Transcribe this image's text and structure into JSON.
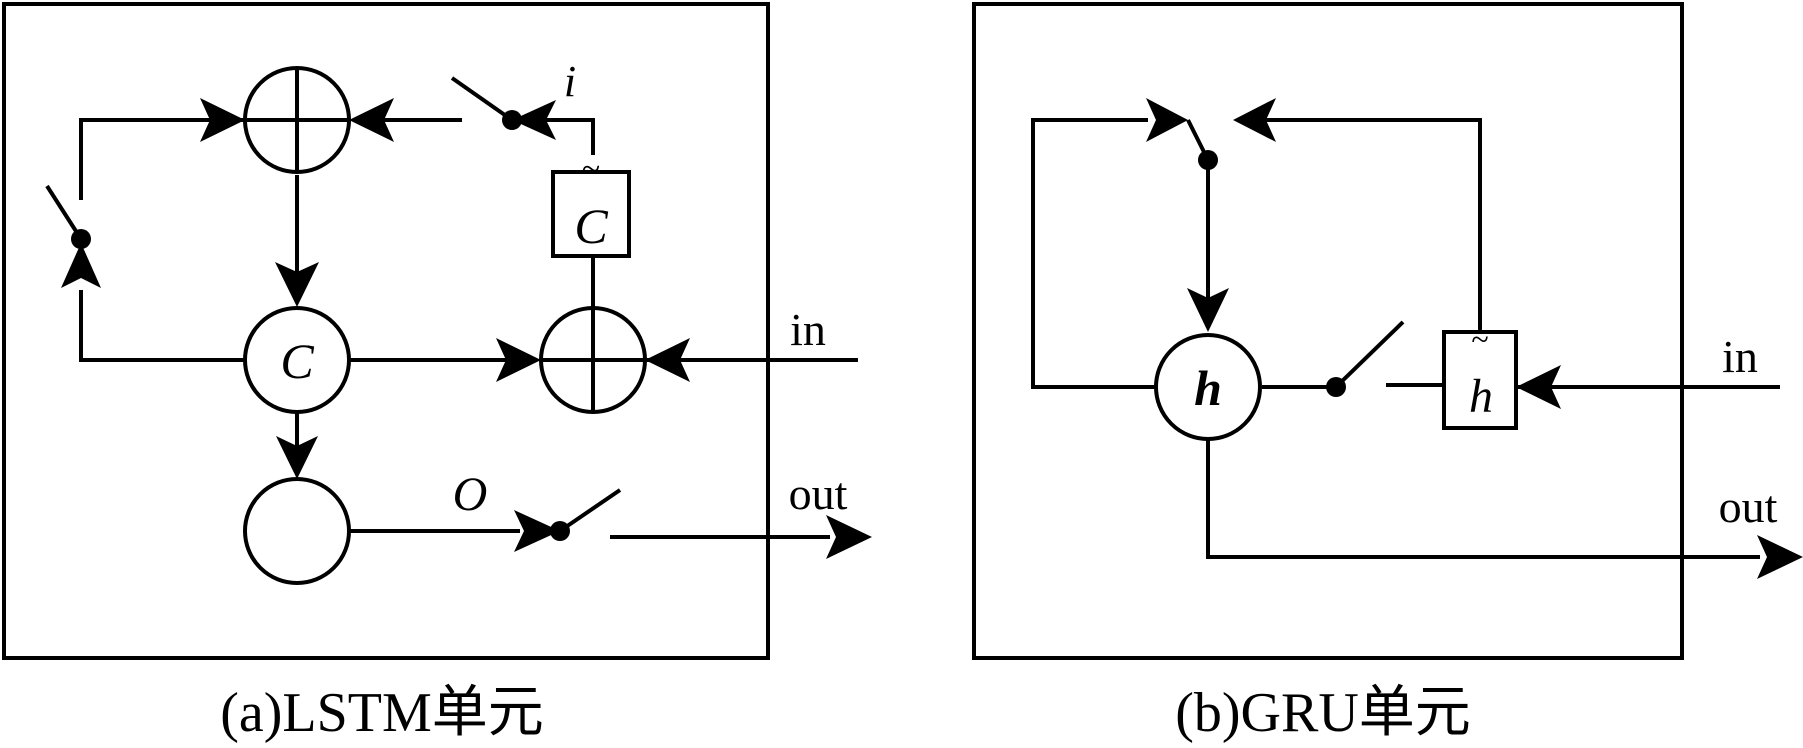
{
  "lstm": {
    "caption": "(a)LSTM单元",
    "cell_state": "C",
    "candidate": "C",
    "candidate_tilde": "~",
    "input_gate": "i",
    "output_gate": "O",
    "input_label": "in",
    "output_label": "out"
  },
  "gru": {
    "caption": "(b)GRU单元",
    "hidden_state": "h",
    "candidate": "h",
    "candidate_tilde": "~",
    "input_label": "in",
    "output_label": "out"
  }
}
